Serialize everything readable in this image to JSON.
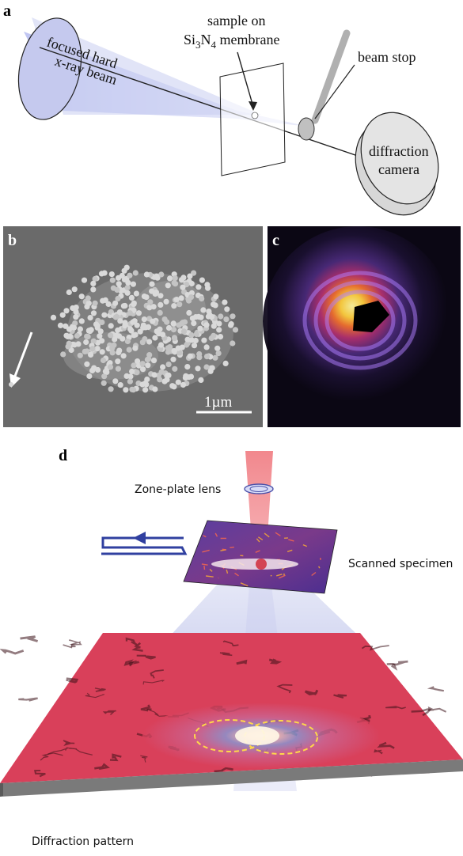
{
  "panel_a": {
    "letter": "a",
    "beam_label_line1": "focused hard",
    "beam_label_line2": "x-ray beam",
    "sample_label_line1": "sample on",
    "sample_label_line2_prefix": "Si",
    "sample_label_line2_sub1": "3",
    "sample_label_line2_mid": "N",
    "sample_label_line2_sub2": "4",
    "sample_label_line2_suffix": " membrane",
    "beam_stop_label": "beam stop",
    "camera_label_line1": "diffraction",
    "camera_label_line2": "camera"
  },
  "panel_b": {
    "letter": "b",
    "scale_bar_label": "1µm"
  },
  "panel_c": {
    "letter": "c"
  },
  "panel_d": {
    "letter": "d",
    "lens_label": "Zone-plate lens",
    "specimen_label": "Scanned specimen",
    "pattern_label": "Diffraction pattern"
  },
  "colors": {
    "beam_blue": "#c8cdf0",
    "camera_blue": "#c5c9ee",
    "sem_gray": "#6d6d6d",
    "diffraction_bg": "#0b0714",
    "floor_red": "#d9405a",
    "scan_arrow": "#3040a0"
  }
}
